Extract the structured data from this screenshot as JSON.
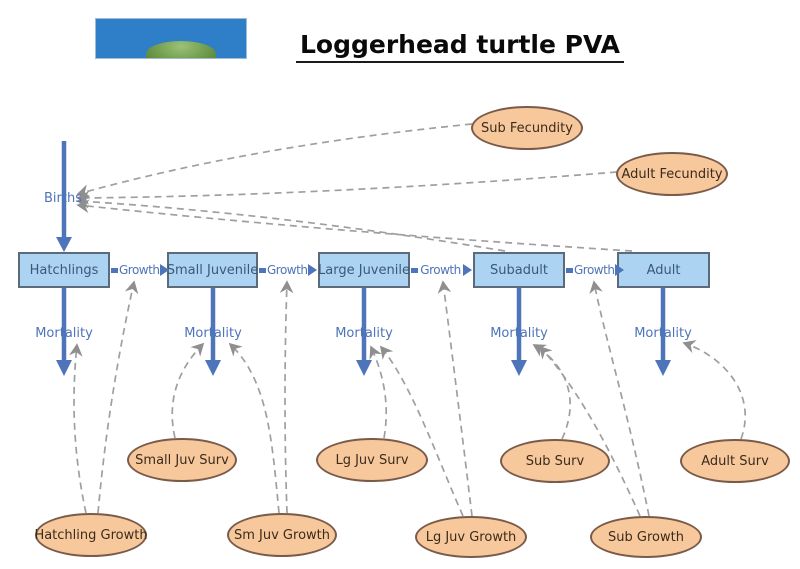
{
  "title": "Loggerhead turtle PVA",
  "photo": {
    "name": "loggerhead-turtle-photo"
  },
  "flows": {
    "births_label": "Births",
    "growth_label": "Growth",
    "mortality_label": "Mortality"
  },
  "stocks": [
    {
      "label": "Hatchlings"
    },
    {
      "label": "Small Juvenile"
    },
    {
      "label": "Large Juvenile"
    },
    {
      "label": "Subadult"
    },
    {
      "label": "Adult"
    }
  ],
  "converters": {
    "sub_fecundity": "Sub Fecundity",
    "adult_fecundity": "Adult Fecundity",
    "small_juv_surv": "Small Juv Surv",
    "lg_juv_surv": "Lg Juv Surv",
    "sub_surv": "Sub Surv",
    "adult_surv": "Adult Surv",
    "hatchling_growth": "Hatchling Growth",
    "sm_juv_growth": "Sm Juv Growth",
    "lg_juv_growth": "Lg Juv Growth",
    "sub_growth": "Sub Growth"
  },
  "colors": {
    "flow_blue": "#4e74b9",
    "stock_fill": "#acd3f2",
    "stock_border": "#5c6b7c",
    "converter_fill": "#f8c89d",
    "converter_border": "#7a5b49",
    "connector_gray": "#9f9f9f",
    "photo_sea": "#2f7ec8",
    "turtle_green": "#6f9b4c"
  }
}
